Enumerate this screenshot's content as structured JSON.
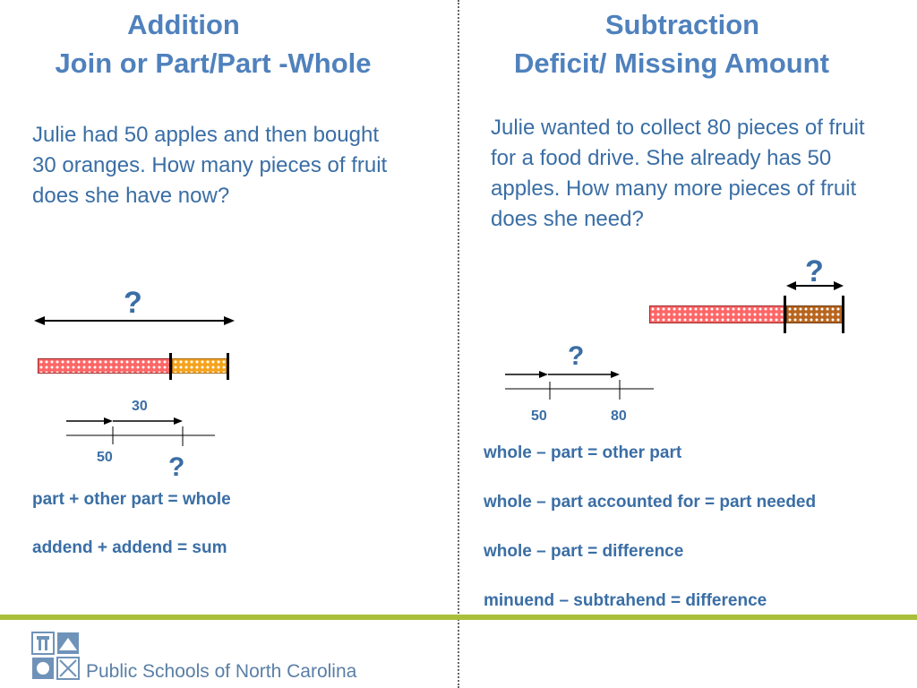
{
  "addition": {
    "title_line1": "Addition",
    "title_line2": "Join or Part/Part -Whole",
    "problem": "Julie had 50 apples and then bought 30 oranges. How many pieces of fruit does she have now?",
    "bar_question": "?",
    "number_line": {
      "jump_label": "30",
      "start_label": "50",
      "question": "?"
    },
    "formulas": [
      "part + other part = whole",
      "addend + addend = sum"
    ]
  },
  "subtraction": {
    "title_line1": "Subtraction",
    "title_line2": "Deficit/ Missing Amount",
    "problem": "Julie wanted to collect 80 pieces of fruit for a food drive. She already has 50 apples. How many more pieces of fruit does she need?",
    "bar_question": "?",
    "number_line": {
      "question": "?",
      "start_label": "50",
      "end_label": "80"
    },
    "formulas": [
      "whole – part = other part",
      "whole – part accounted for = part needed",
      "whole – part = difference",
      "minuend – subtrahend = difference"
    ]
  },
  "footer": {
    "logo_text": "Public Schools of North Carolina"
  },
  "colors": {
    "heading": "#4f81bd",
    "text": "#3a6ea5",
    "accent_bar": "#a9bf3a"
  }
}
